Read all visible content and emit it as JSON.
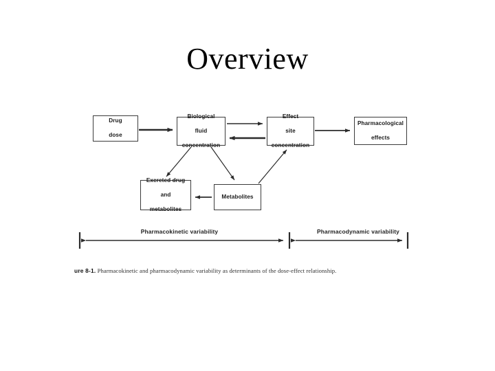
{
  "slide": {
    "title": "Overview",
    "background_color": "#ffffff",
    "text_color": "#000000"
  },
  "figure": {
    "caption_number": "ure 8-1.",
    "caption_text": "Pharmacokinetic and pharmacodynamic variability as determinants of the dose-effect relationship.",
    "nodes": [
      {
        "id": "drug-dose",
        "label": "Drug\ndose"
      },
      {
        "id": "biological-fluid",
        "label": "Biological\nfluid\nconcentration"
      },
      {
        "id": "effect-site",
        "label": "Effect\nsite\nconcentration"
      },
      {
        "id": "pharm-effects",
        "label": "Pharmacological\neffects"
      },
      {
        "id": "excreted",
        "label": "Excreted drug\nand\nmetabolites"
      },
      {
        "id": "metabolites",
        "label": "Metabolites"
      }
    ],
    "node_labels": {
      "drug_dose_line1": "Drug",
      "drug_dose_line2": "dose",
      "biological_fluid_line1": "Biological",
      "biological_fluid_line2": "fluid",
      "biological_fluid_line3": "concentration",
      "effect_site_line1": "Effect",
      "effect_site_line2": "site",
      "effect_site_line3": "concentration",
      "pharm_effects_line1": "Pharmacological",
      "pharm_effects_line2": "effects",
      "excreted_line1": "Excreted drug",
      "excreted_line2": "and",
      "excreted_line3": "metabolites",
      "metabolites_line1": "Metabolites"
    },
    "variability": {
      "pharmacokinetic_label": "Pharmacokinetic variability",
      "pharmacodynamic_label": "Pharmacodynamic variability"
    },
    "arrows": [
      {
        "from": "drug-dose",
        "to": "biological-fluid",
        "style": "solid-thick",
        "direction": "one-way"
      },
      {
        "from": "biological-fluid",
        "to": "effect-site",
        "style": "solid",
        "direction": "one-way"
      },
      {
        "from": "effect-site",
        "to": "biological-fluid",
        "style": "solid-thick",
        "direction": "one-way"
      },
      {
        "from": "effect-site",
        "to": "pharm-effects",
        "style": "solid",
        "direction": "one-way"
      },
      {
        "from": "biological-fluid",
        "to": "excreted",
        "style": "thin",
        "direction": "one-way"
      },
      {
        "from": "biological-fluid",
        "to": "metabolites",
        "style": "thin",
        "direction": "one-way"
      },
      {
        "from": "metabolites",
        "to": "excreted",
        "style": "solid",
        "direction": "one-way"
      },
      {
        "from": "metabolites",
        "to": "effect-site",
        "style": "thin",
        "direction": "one-way"
      }
    ],
    "line_color": "#2b2b2b"
  }
}
